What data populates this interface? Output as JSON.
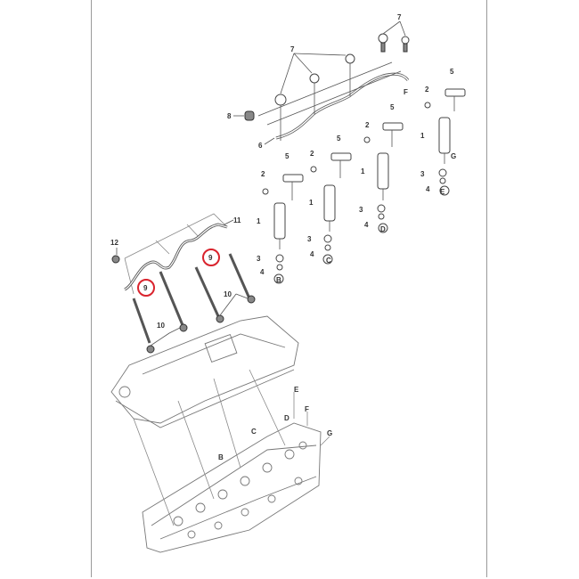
{
  "diagram": {
    "title": "Fuel injector / glow plug exploded parts view",
    "callouts": {
      "n1": "1",
      "n2": "2",
      "n3": "3",
      "n4": "4",
      "n5": "5",
      "n6": "6",
      "n7": "7",
      "n8": "8",
      "n9": "9",
      "n10": "10",
      "n11": "11",
      "n12": "12"
    },
    "refs": {
      "B": "B",
      "C": "C",
      "D": "D",
      "E": "E",
      "F": "F",
      "G": "G"
    },
    "highlight_color": "#d9232d"
  }
}
